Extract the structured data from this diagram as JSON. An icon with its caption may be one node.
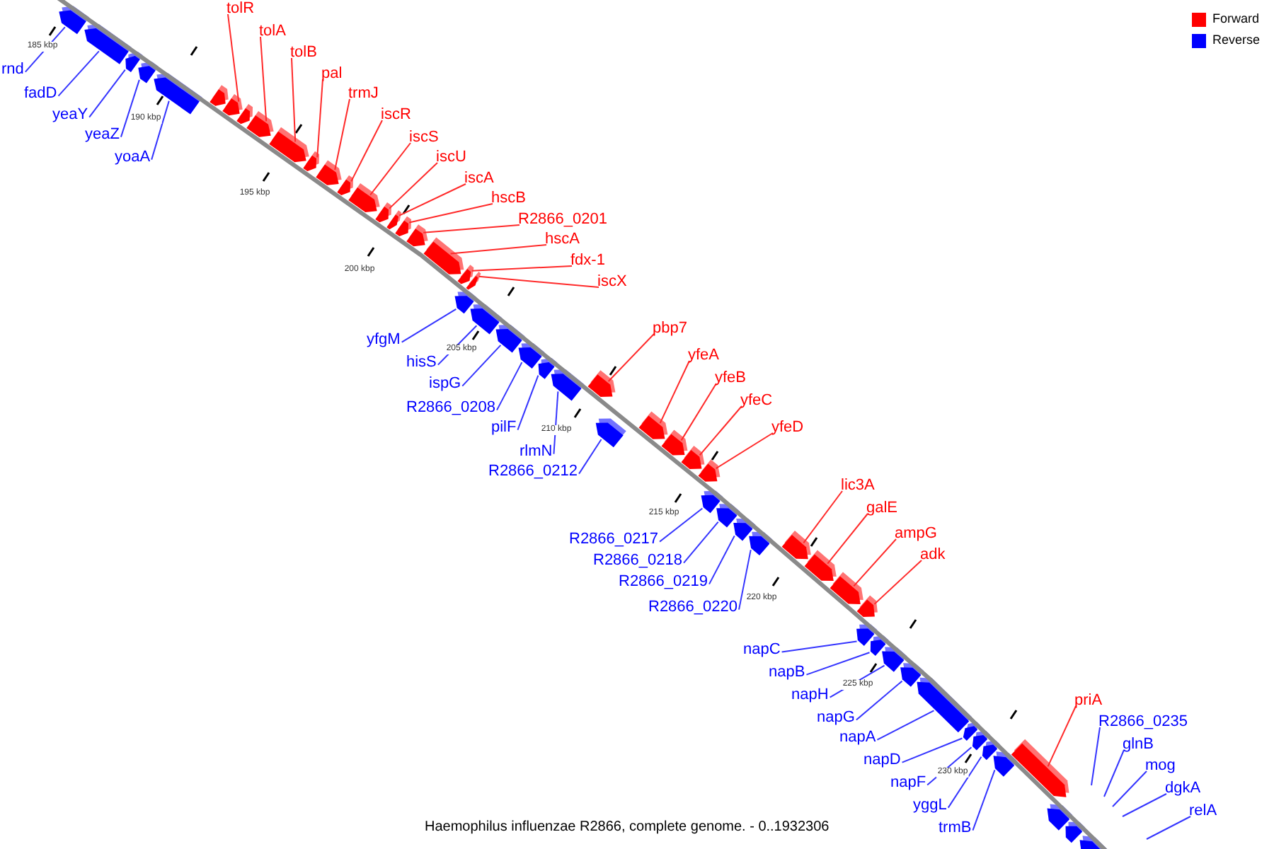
{
  "diagram": {
    "caption": "Haemophilus influenzae R2866, complete genome. - 0..1932306",
    "nodes": [
      {
        "text": [
          "rnd"
        ]
      },
      {
        "text": [
          "fadD"
        ]
      },
      {
        "text": [
          "yeaY"
        ]
      },
      {
        "text": [
          "yeaZ"
        ]
      },
      {
        "text": [
          "yoaA"
        ]
      },
      {
        "text": [
          "tolR"
        ]
      },
      {
        "text": [
          "tolA"
        ]
      },
      {
        "text": [
          "tolB"
        ]
      },
      {
        "text": [
          "pal"
        ]
      },
      {
        "text": [
          "trmJ"
        ]
      },
      {
        "text": [
          "iscR"
        ]
      },
      {
        "text": [
          "iscS"
        ]
      },
      {
        "text": [
          "iscU"
        ]
      },
      {
        "text": [
          "iscA"
        ]
      },
      {
        "text": [
          "hscB"
        ]
      },
      {
        "text": [
          "R2866_0201"
        ]
      },
      {
        "text": [
          "hscA"
        ]
      },
      {
        "text": [
          "fdx-1"
        ]
      },
      {
        "text": [
          "iscX"
        ]
      },
      {
        "text": [
          "yfgM"
        ]
      },
      {
        "text": [
          "hisS"
        ]
      },
      {
        "text": [
          "ispG"
        ]
      },
      {
        "text": [
          "R2866_0208"
        ]
      },
      {
        "text": [
          "pilF"
        ]
      },
      {
        "text": [
          "rlmN"
        ]
      },
      {
        "text": [
          "R2866_0212"
        ]
      },
      {
        "text": [
          "pbp7"
        ]
      },
      {
        "text": [
          "yfeA"
        ]
      },
      {
        "text": [
          "yfeB"
        ]
      },
      {
        "text": [
          "yfeC"
        ]
      },
      {
        "text": [
          "yfeD"
        ]
      },
      {
        "text": [
          "R2866_0217"
        ]
      },
      {
        "text": [
          "R2866_0218"
        ]
      },
      {
        "text": [
          "R2866_0219"
        ]
      },
      {
        "text": [
          "R2866_0220"
        ]
      },
      {
        "text": [
          "lic3A"
        ]
      },
      {
        "text": [
          "galE"
        ]
      },
      {
        "text": [
          "ampG"
        ]
      },
      {
        "text": [
          "adk"
        ]
      },
      {
        "text": [
          "napC"
        ]
      },
      {
        "text": [
          "napB"
        ]
      },
      {
        "text": [
          "napH"
        ]
      },
      {
        "text": [
          "napG"
        ]
      },
      {
        "text": [
          "napA"
        ]
      },
      {
        "text": [
          "napD"
        ]
      },
      {
        "text": [
          "napF"
        ]
      },
      {
        "text": [
          "yggL"
        ]
      },
      {
        "text": [
          "trmB"
        ]
      },
      {
        "text": [
          "priA"
        ]
      },
      {
        "text": [
          "R2866_0235"
        ]
      },
      {
        "text": [
          "glnB"
        ]
      },
      {
        "text": [
          "mog"
        ]
      },
      {
        "text": [
          "dgkA"
        ]
      },
      {
        "text": [
          "relA"
        ]
      },
      {
        "text": [],
        "shape": "box"
      },
      {
        "text": [],
        "shape": "box"
      },
      {
        "text": [],
        "shape": "box"
      },
      {
        "text": [],
        "shape": "box"
      },
      {
        "text": [],
        "shape": "box"
      },
      {
        "text": [],
        "shape": "box"
      },
      {
        "text": [],
        "shape": "box"
      },
      {
        "text": [],
        "shape": "box"
      },
      {
        "text": [],
        "shape": "box"
      },
      {
        "text": [],
        "shape": "box"
      },
      {
        "text": [],
        "shape": "box"
      },
      {
        "text": [],
        "shape": "box"
      },
      {
        "text": [],
        "shape": "box"
      },
      {
        "text": [],
        "shape": "box"
      },
      {
        "text": [],
        "shape": "box"
      },
      {
        "text": [],
        "shape": "box"
      },
      {
        "text": [],
        "shape": "box"
      },
      {
        "text": [],
        "shape": "box"
      },
      {
        "text": [],
        "shape": "box"
      },
      {
        "text": [],
        "shape": "box"
      },
      {
        "text": [],
        "shape": "box"
      },
      {
        "text": [],
        "shape": "box"
      },
      {
        "text": [],
        "shape": "box"
      },
      {
        "text": [],
        "shape": "box"
      },
      {
        "text": [],
        "shape": "box"
      },
      {
        "text": [],
        "shape": "box"
      },
      {
        "text": [],
        "shape": "box"
      },
      {
        "text": [],
        "shape": "box"
      },
      {
        "text": [],
        "shape": "box"
      },
      {
        "text": [],
        "shape": "box"
      },
      {
        "text": [],
        "shape": "box"
      },
      {
        "text": [],
        "shape": "box"
      },
      {
        "text": [],
        "shape": "box"
      },
      {
        "text": [],
        "shape": "box"
      },
      {
        "text": [],
        "shape": "box"
      },
      {
        "text": [],
        "shape": "box"
      },
      {
        "text": [],
        "shape": "box"
      },
      {
        "text": [],
        "shape": "box"
      },
      {
        "text": [],
        "shape": "box"
      },
      {
        "text": [],
        "shape": "box"
      },
      {
        "text": [],
        "shape": "box"
      },
      {
        "text": [],
        "shape": "box"
      },
      {
        "text": [],
        "shape": "box"
      },
      {
        "text": [],
        "shape": "box"
      },
      {
        "text": [],
        "shape": "box"
      },
      {
        "text": [],
        "shape": "box"
      },
      {
        "text": [],
        "shape": "box"
      },
      {
        "text": [],
        "shape": "box"
      },
      {
        "text": [],
        "shape": "box"
      },
      {
        "text": [],
        "shape": "box"
      },
      {
        "text": [],
        "shape": "box"
      },
      {
        "text": [],
        "shape": "box"
      },
      {
        "text": [],
        "shape": "box"
      },
      {
        "text": [],
        "shape": "box"
      }
    ],
    "edges": [
      {
        "from": 0,
        "to": 54,
        "arrow": "none"
      },
      {
        "from": 1,
        "to": 55,
        "arrow": "none"
      },
      {
        "from": 2,
        "to": 56,
        "arrow": "none"
      },
      {
        "from": 3,
        "to": 57,
        "arrow": "none"
      },
      {
        "from": 4,
        "to": 58,
        "arrow": "none"
      },
      {
        "from": 5,
        "to": 60,
        "arrow": "none",
        "color": "#ff2a2a"
      },
      {
        "from": 6,
        "to": 62,
        "arrow": "none",
        "color": "#ff2a2a"
      },
      {
        "from": 7,
        "to": 63,
        "arrow": "none",
        "color": "#ff2a2a"
      },
      {
        "from": 8,
        "to": 64,
        "arrow": "none",
        "color": "#ff2a2a"
      },
      {
        "from": 9,
        "to": 65,
        "arrow": "none",
        "color": "#ff2a2a"
      },
      {
        "from": 10,
        "to": 66,
        "arrow": "none",
        "color": "#ff2a2a"
      },
      {
        "from": 11,
        "to": 67,
        "arrow": "none",
        "color": "#ff2a2a"
      },
      {
        "from": 12,
        "to": 68,
        "arrow": "none",
        "color": "#ff2a2a"
      },
      {
        "from": 13,
        "to": 69,
        "arrow": "none",
        "color": "#ff2a2a"
      },
      {
        "from": 14,
        "to": 70,
        "arrow": "none",
        "color": "#ff2a2a"
      },
      {
        "from": 15,
        "to": 71,
        "arrow": "none",
        "color": "#ff2a2a"
      },
      {
        "from": 16,
        "to": 72,
        "arrow": "none",
        "color": "#ff2a2a"
      },
      {
        "from": 17,
        "to": 73,
        "arrow": "none",
        "color": "#ff2a2a"
      },
      {
        "from": 18,
        "to": 74,
        "arrow": "none",
        "color": "#ff2a2a"
      },
      {
        "from": 19,
        "to": 75,
        "arrow": "none"
      },
      {
        "from": 20,
        "to": 76,
        "arrow": "none"
      },
      {
        "from": 21,
        "to": 77,
        "arrow": "none"
      },
      {
        "from": 22,
        "to": 78,
        "arrow": "none"
      },
      {
        "from": 23,
        "to": 79,
        "arrow": "none"
      },
      {
        "from": 24,
        "to": 80,
        "arrow": "none"
      },
      {
        "from": 25,
        "to": 81,
        "arrow": "none"
      },
      {
        "from": 26,
        "to": 82,
        "arrow": "none",
        "color": "#ff2a2a"
      },
      {
        "from": 27,
        "to": 83,
        "arrow": "none",
        "color": "#ff2a2a"
      },
      {
        "from": 28,
        "to": 84,
        "arrow": "none",
        "color": "#ff2a2a"
      },
      {
        "from": 29,
        "to": 85,
        "arrow": "none",
        "color": "#ff2a2a"
      },
      {
        "from": 30,
        "to": 86,
        "arrow": "none",
        "color": "#ff2a2a"
      },
      {
        "from": 31,
        "to": 87,
        "arrow": "none"
      },
      {
        "from": 32,
        "to": 88,
        "arrow": "none"
      },
      {
        "from": 33,
        "to": 89,
        "arrow": "none"
      },
      {
        "from": 34,
        "to": 90,
        "arrow": "none"
      },
      {
        "from": 35,
        "to": 91,
        "arrow": "none",
        "color": "#ff2a2a"
      },
      {
        "from": 36,
        "to": 92,
        "arrow": "none",
        "color": "#ff2a2a"
      },
      {
        "from": 37,
        "to": 93,
        "arrow": "none",
        "color": "#ff2a2a"
      },
      {
        "from": 38,
        "to": 94,
        "arrow": "none",
        "color": "#ff2a2a"
      },
      {
        "from": 39,
        "to": 95,
        "arrow": "none"
      },
      {
        "from": 40,
        "to": 96,
        "arrow": "none"
      },
      {
        "from": 41,
        "to": 97,
        "arrow": "none"
      },
      {
        "from": 42,
        "to": 98,
        "arrow": "none"
      },
      {
        "from": 43,
        "to": 99,
        "arrow": "none"
      },
      {
        "from": 44,
        "to": 100,
        "arrow": "none"
      },
      {
        "from": 45,
        "to": 101,
        "arrow": "none"
      },
      {
        "from": 46,
        "to": 102,
        "arrow": "none"
      },
      {
        "from": 47,
        "to": 103,
        "arrow": "none"
      },
      {
        "from": 48,
        "to": 104,
        "arrow": "none",
        "color": "#ff2a2a"
      },
      {
        "from": 49,
        "to": null,
        "arrow": "none"
      },
      {
        "from": 50,
        "to": null,
        "arrow": "none"
      },
      {
        "from": 51,
        "to": null,
        "arrow": "none"
      },
      {
        "from": 52,
        "to": null,
        "arrow": "none"
      },
      {
        "from": 53,
        "to": null,
        "arrow": "none"
      }
    ],
    "labels": [
      "185 kbp",
      "190 kbp",
      "195 kbp",
      "200 kbp",
      "205 kbp",
      "210 kbp",
      "215 kbp",
      "220 kbp",
      "225 kbp",
      "230 kbp"
    ],
    "legend": [
      {
        "text": "Forward",
        "color": "#ff0000"
      },
      {
        "text": "Reverse",
        "color": "#0000ff"
      }
    ]
  }
}
